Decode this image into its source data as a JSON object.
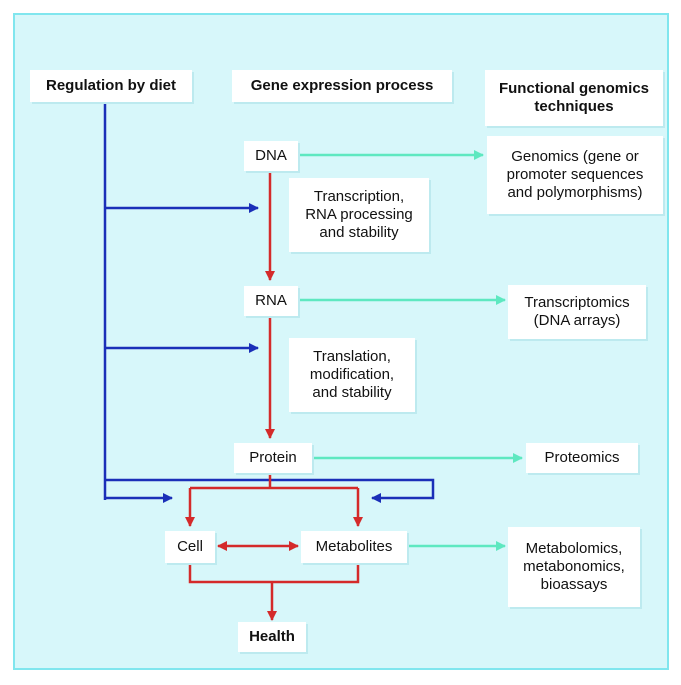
{
  "headers": {
    "regulation": "Regulation by diet",
    "gene_expression": "Gene expression process",
    "functional_line1": "Functional genomics",
    "functional_line2": "techniques"
  },
  "nodes": {
    "dna": "DNA",
    "rna": "RNA",
    "protein": "Protein",
    "cell": "Cell",
    "metabolites": "Metabolites",
    "health": "Health"
  },
  "steps": {
    "transcription": [
      "Transcription,",
      "RNA processing",
      "and stability"
    ],
    "translation": [
      "Translation,",
      "modification,",
      "and stability"
    ]
  },
  "techniques": {
    "genomics": [
      "Genomics (gene or",
      "promoter sequences",
      "and polymorphisms)"
    ],
    "transcriptomics": [
      "Transcriptomics",
      "(DNA arrays)"
    ],
    "proteomics": [
      "Proteomics"
    ],
    "metabolomics": [
      "Metabolomics,",
      "metabonomics,",
      "bioassays"
    ]
  },
  "colors": {
    "background": "#d7f7fa",
    "border": "#80e6ee",
    "diet_arrows": "#1a2fb8",
    "process_arrows": "#d42a2a",
    "technique_arrows": "#5ee8c0"
  }
}
